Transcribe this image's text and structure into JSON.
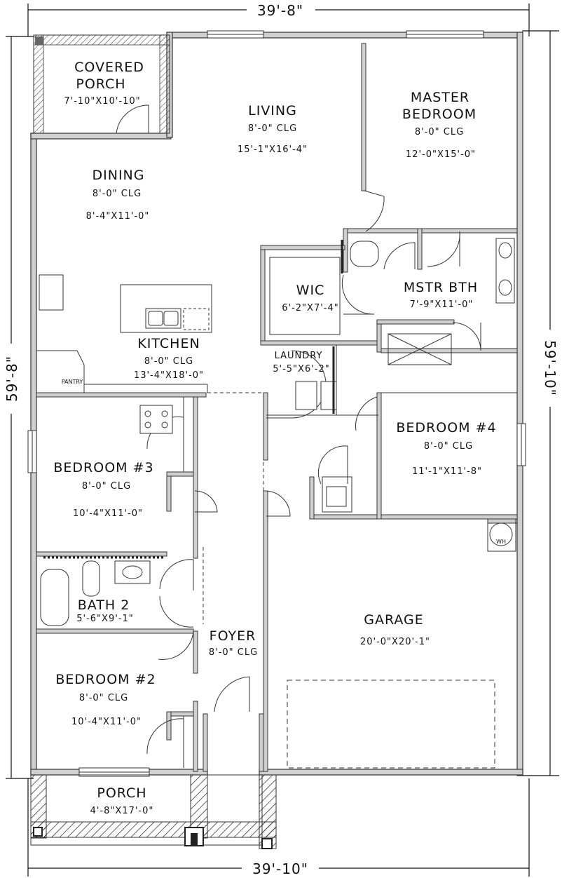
{
  "dimensions": {
    "top": "39'-8\"",
    "bottom": "39'-10\"",
    "left": "59'-8\"",
    "right": "59'-10\""
  },
  "rooms": [
    {
      "id": "covered-porch",
      "lines": [
        "COVERED",
        "PORCH"
      ],
      "ceiling": "",
      "size": "7'-10\"X10'-10\""
    },
    {
      "id": "living",
      "lines": [
        "LIVING"
      ],
      "ceiling": "8'-0\" CLG",
      "size": "15'-1\"X16'-4\""
    },
    {
      "id": "master-bedroom",
      "lines": [
        "MASTER",
        "BEDROOM"
      ],
      "ceiling": "8'-0\" CLG",
      "size": "12'-0\"X15'-0\""
    },
    {
      "id": "dining",
      "lines": [
        "DINING"
      ],
      "ceiling": "8'-0\" CLG",
      "size": "8'-4\"X11'-0\""
    },
    {
      "id": "wic",
      "lines": [
        "WIC"
      ],
      "ceiling": "",
      "size": "6'-2\"X7'-4\""
    },
    {
      "id": "mstr-bth",
      "lines": [
        "MSTR BTH"
      ],
      "ceiling": "",
      "size": "7'-9\"X11'-0\""
    },
    {
      "id": "kitchen",
      "lines": [
        "KITCHEN"
      ],
      "ceiling": "8'-0\" CLG",
      "size": "13'-4\"X18'-0\""
    },
    {
      "id": "laundry",
      "lines": [
        "LAUNDRY"
      ],
      "ceiling": "",
      "size": "5'-5\"X6'-2\""
    },
    {
      "id": "bedroom-4",
      "lines": [
        "BEDROOM #4"
      ],
      "ceiling": "8'-0\" CLG",
      "size": "11'-1\"X11'-8\""
    },
    {
      "id": "bedroom-3",
      "lines": [
        "BEDROOM #3"
      ],
      "ceiling": "8'-0\" CLG",
      "size": "10'-4\"X11'-0\""
    },
    {
      "id": "bath-2",
      "lines": [
        "BATH 2"
      ],
      "ceiling": "",
      "size": "5'-6\"X9'-1\""
    },
    {
      "id": "garage",
      "lines": [
        "GARAGE"
      ],
      "ceiling": "",
      "size": "20'-0\"X20'-1\""
    },
    {
      "id": "foyer",
      "lines": [
        "FOYER"
      ],
      "ceiling": "8'-0\" CLG",
      "size": ""
    },
    {
      "id": "bedroom-2",
      "lines": [
        "BEDROOM #2"
      ],
      "ceiling": "8'-0\" CLG",
      "size": "10'-4\"X11'-0\""
    },
    {
      "id": "porch",
      "lines": [
        "PORCH"
      ],
      "ceiling": "",
      "size": "4'-8\"X17'-0\""
    }
  ],
  "labels": {
    "pantry": "PANTRY",
    "water_heater": "WH"
  }
}
